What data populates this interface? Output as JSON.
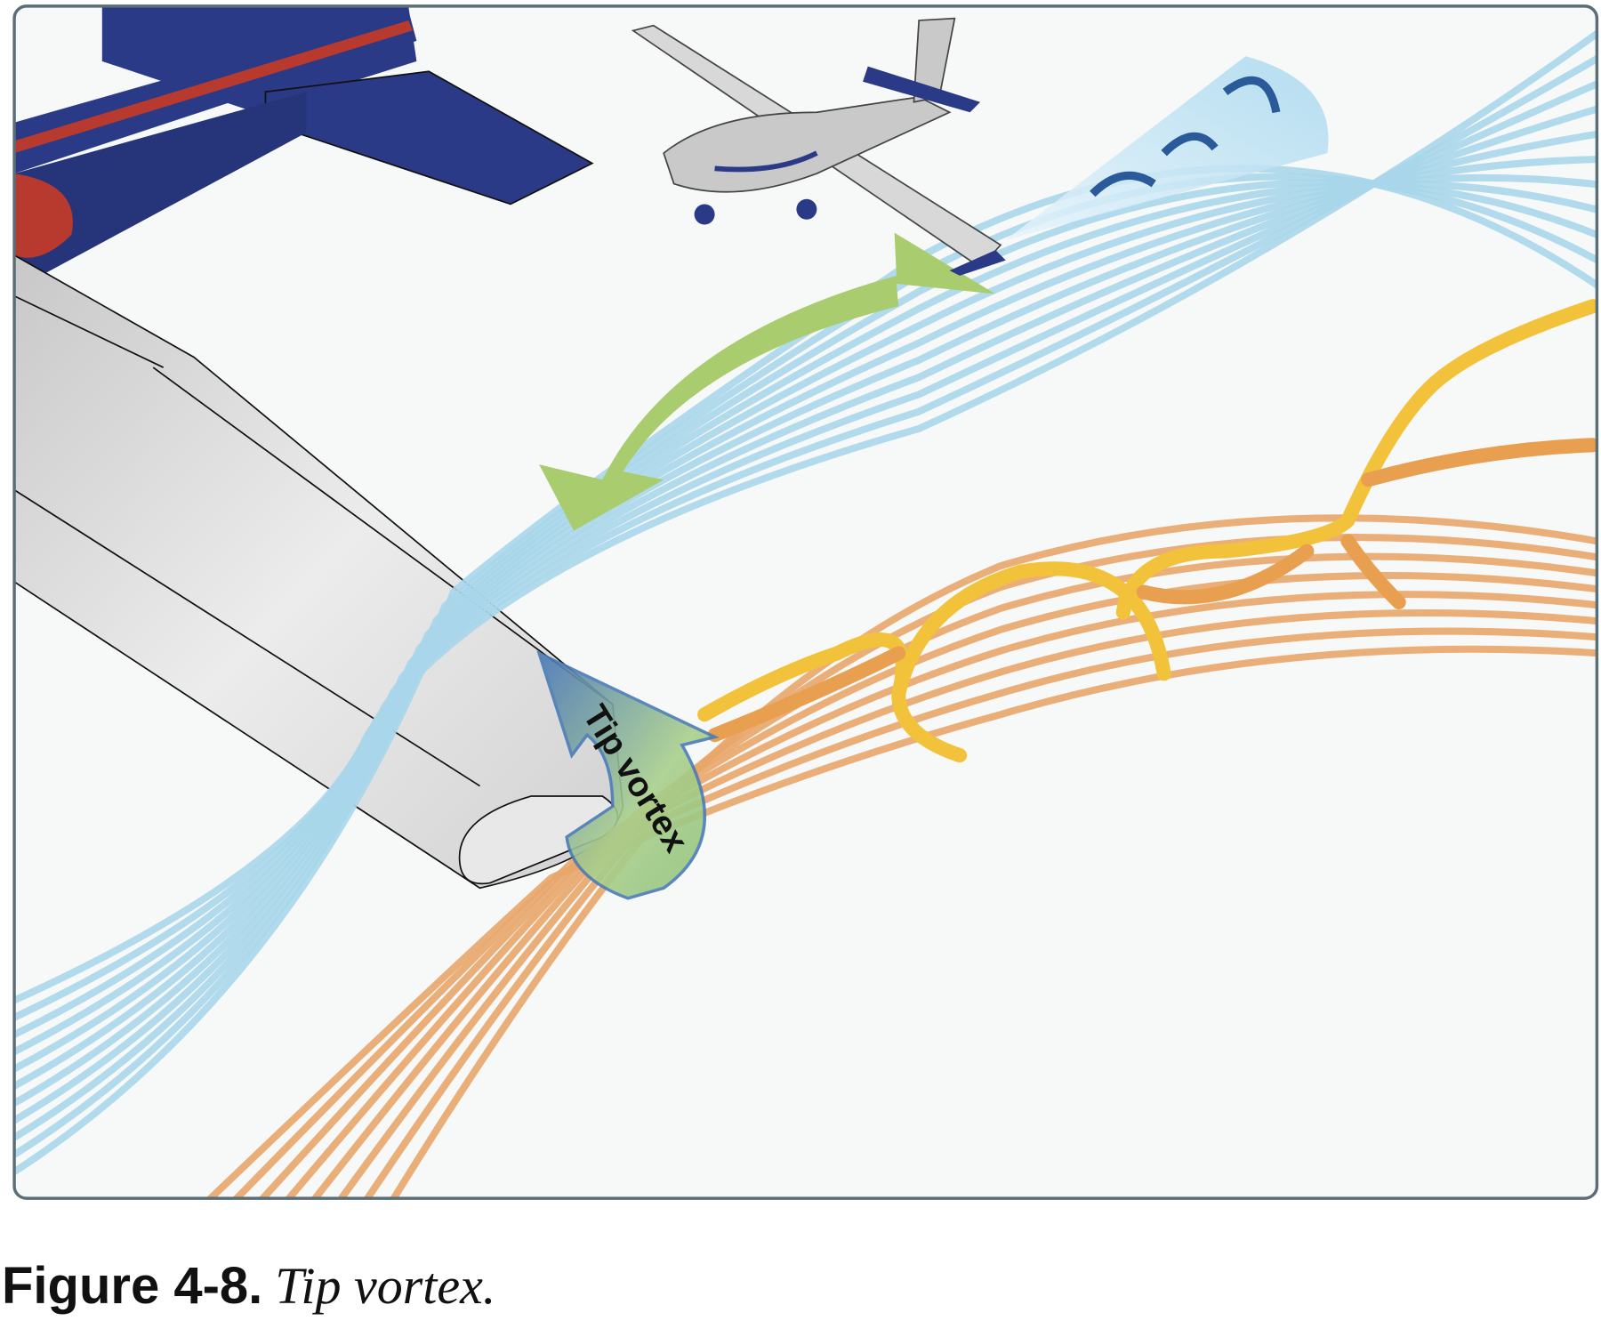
{
  "figure": {
    "number": "Figure 4-8.",
    "title": "Tip vortex.",
    "label": "Tip vortex"
  },
  "colors": {
    "airflow_above": "#a9d6ea",
    "airflow_below": "#e8a66a",
    "vortex_ribbon": "#f2c33a",
    "arrow_green": "#a9cc6e",
    "aircraft_blue": "#2a3a86",
    "aircraft_red": "#b83a2f",
    "wing_gray": "#d9d9d9",
    "frame_border": "#5a6e78"
  }
}
